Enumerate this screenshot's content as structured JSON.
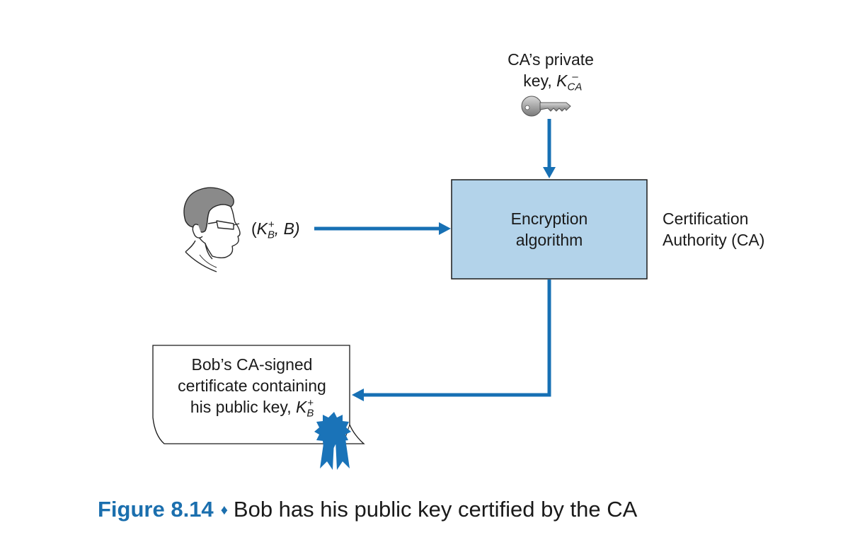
{
  "key_label": {
    "line1": "CA’s private",
    "line2": "key, ",
    "key_symbol": "K",
    "key_sub": "CA",
    "key_sup": "–"
  },
  "bob_input": {
    "open": "(",
    "key_symbol": "K",
    "key_sub": "B",
    "key_sup": "+",
    "rest": ", B)"
  },
  "box": {
    "line1": "Encryption",
    "line2": "algorithm",
    "fill": "#b3d3ea"
  },
  "ca_label": {
    "line1": "Certification",
    "line2": "Authority (CA)"
  },
  "certificate": {
    "line1": "Bob’s CA-signed",
    "line2": "certificate containing",
    "line3": "his public key, ",
    "key_symbol": "K",
    "key_sub": "B",
    "key_sup": "+"
  },
  "caption": {
    "figure": "Figure 8.14",
    "separator": "♦",
    "text": "Bob has his public key certified by the CA"
  },
  "colors": {
    "arrow": "#1770b4",
    "accent": "#1b6fae",
    "ribbon": "#1a73b8"
  }
}
